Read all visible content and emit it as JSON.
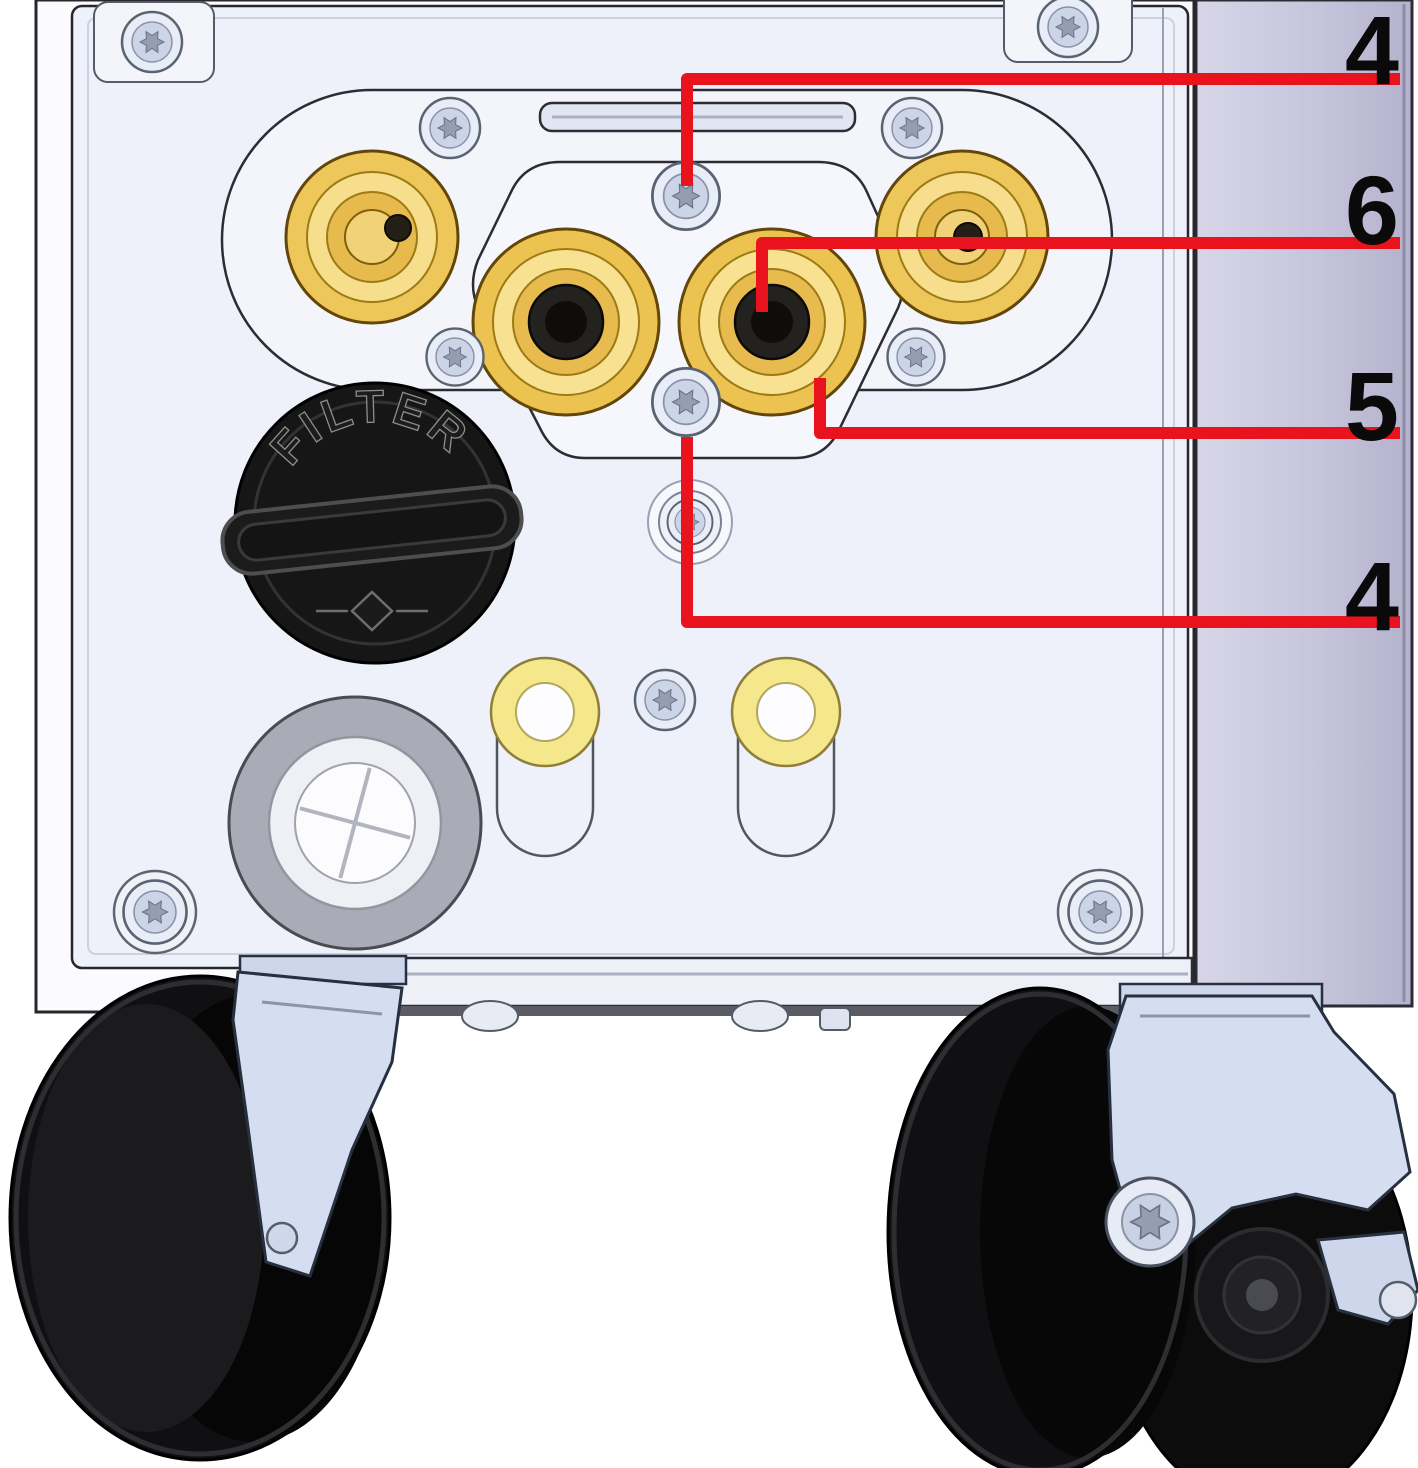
{
  "diagram": {
    "kind": "technical-illustration",
    "subject": "machine-bottom-front-view-with-connectors-filter-cap-and-casters",
    "callouts": [
      {
        "id": "callout-4-top",
        "label": "4",
        "target": "upper-center-torx-screw"
      },
      {
        "id": "callout-6",
        "label": "6",
        "target": "center-connector-socket"
      },
      {
        "id": "callout-5",
        "label": "5",
        "target": "center-connector-body"
      },
      {
        "id": "callout-4-bottom",
        "label": "4",
        "target": "lower-center-torx-screw"
      }
    ],
    "cap_text": "FILTER",
    "colors": {
      "callout_line": "#e8131c",
      "label_text": "#0a0a0a",
      "brass": "#edc75a",
      "front_panel": "#eef0fa",
      "side_panel": "#c7c5dc",
      "bracket": "#d5def0",
      "wheel": "#101012",
      "filter_cap": "#161616"
    }
  }
}
